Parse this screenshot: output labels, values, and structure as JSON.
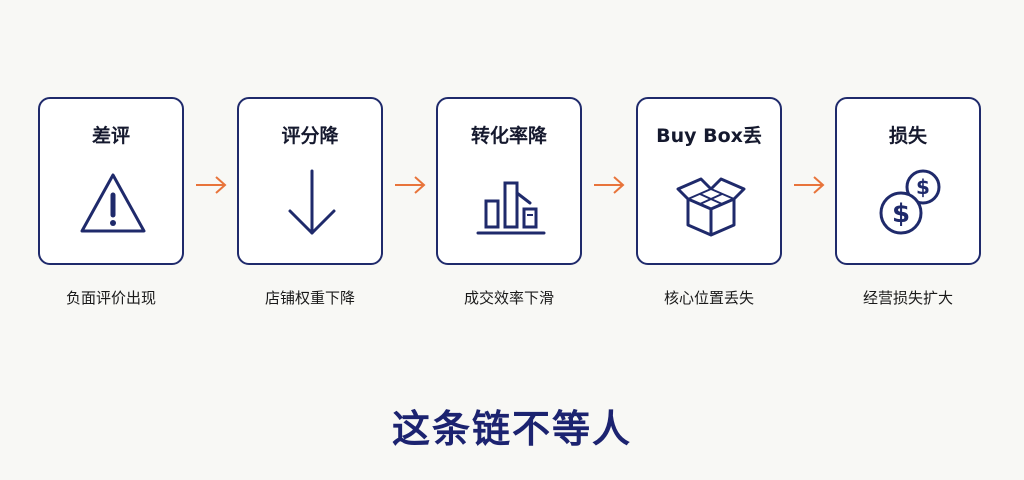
{
  "steps": [
    {
      "title": "差评",
      "caption": "负面评价出现",
      "icon": "warning-icon"
    },
    {
      "title": "评分降",
      "caption": "店铺权重下降",
      "icon": "arrow-down-icon"
    },
    {
      "title": "转化率降",
      "caption": "成交效率下滑",
      "icon": "bar-chart-decline-icon"
    },
    {
      "title": "Buy Box丢",
      "caption": "核心位置丢失",
      "icon": "open-box-icon"
    },
    {
      "title": "损失",
      "caption": "经营损失扩大",
      "icon": "dollar-coins-icon"
    }
  ],
  "colors": {
    "card_border": "#1f2a6b",
    "icon_stroke": "#1f2a6b",
    "arrow": "#e8743b",
    "title": "#1c2370"
  },
  "main_title": "这条链不等人"
}
